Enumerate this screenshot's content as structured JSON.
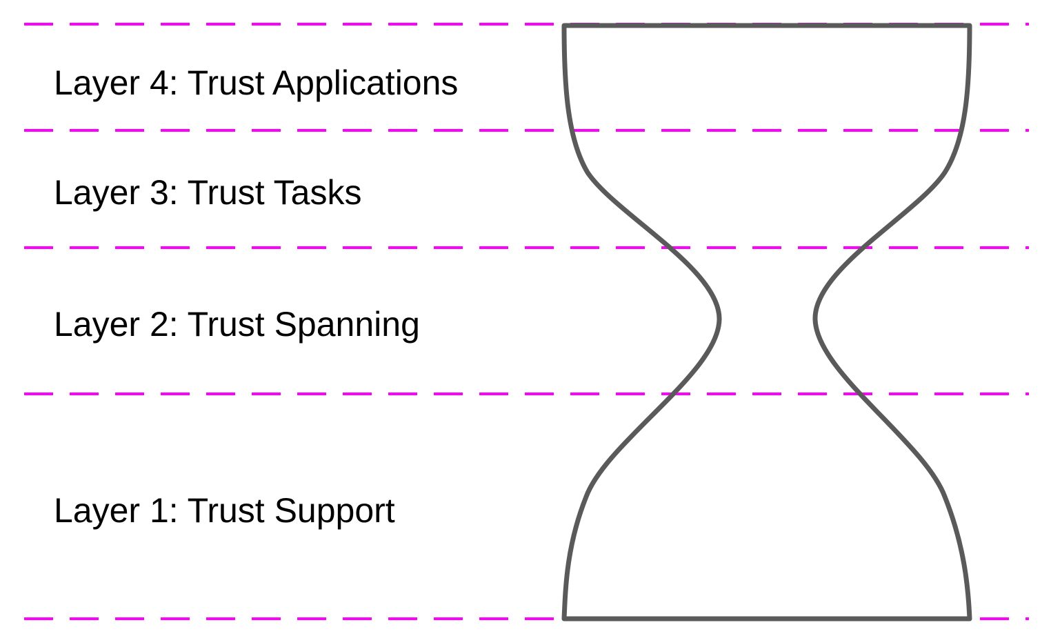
{
  "diagram": {
    "layers": [
      {
        "label": "Layer 4: Trust Applications"
      },
      {
        "label": "Layer 3: Trust Tasks"
      },
      {
        "label": "Layer 2: Trust Spanning"
      },
      {
        "label": "Layer 1: Trust Support"
      }
    ],
    "colors": {
      "divider": "#ff00ff",
      "hourglass": "#5a5a5a",
      "text": "#000000",
      "background": "#ffffff"
    },
    "shape": "hourglass"
  }
}
